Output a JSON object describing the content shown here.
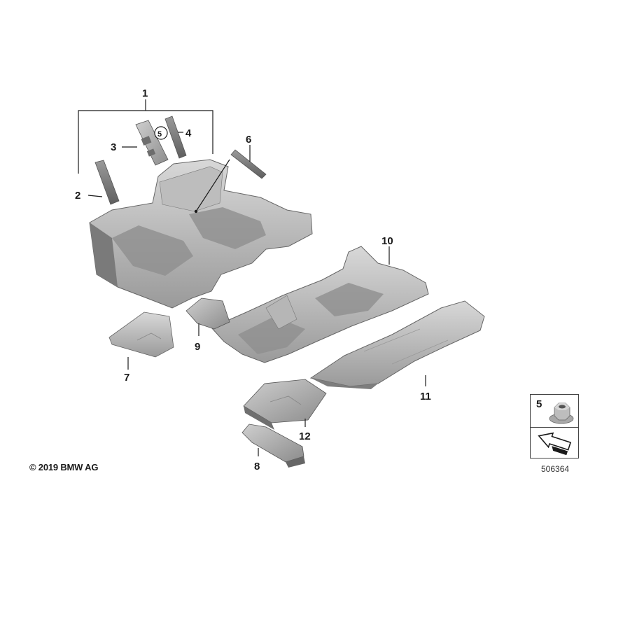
{
  "copyright": "© 2019 BMW AG",
  "diagram_id": "506364",
  "legend": {
    "number": "5"
  },
  "callouts": {
    "c1": "1",
    "c2": "2",
    "c3": "3",
    "c4": "4",
    "c5": "5",
    "c6": "6",
    "c7": "7",
    "c8": "8",
    "c9": "9",
    "c10": "10",
    "c11": "11",
    "c12": "12"
  },
  "colors": {
    "part_light": "#c9c9c9",
    "part_mid": "#a9a9a9",
    "part_dark": "#7d7d7d",
    "outline": "#555555"
  },
  "icons": {
    "legend_nut": "hex-nut-icon",
    "legend_arrow": "position-arrow-icon"
  }
}
